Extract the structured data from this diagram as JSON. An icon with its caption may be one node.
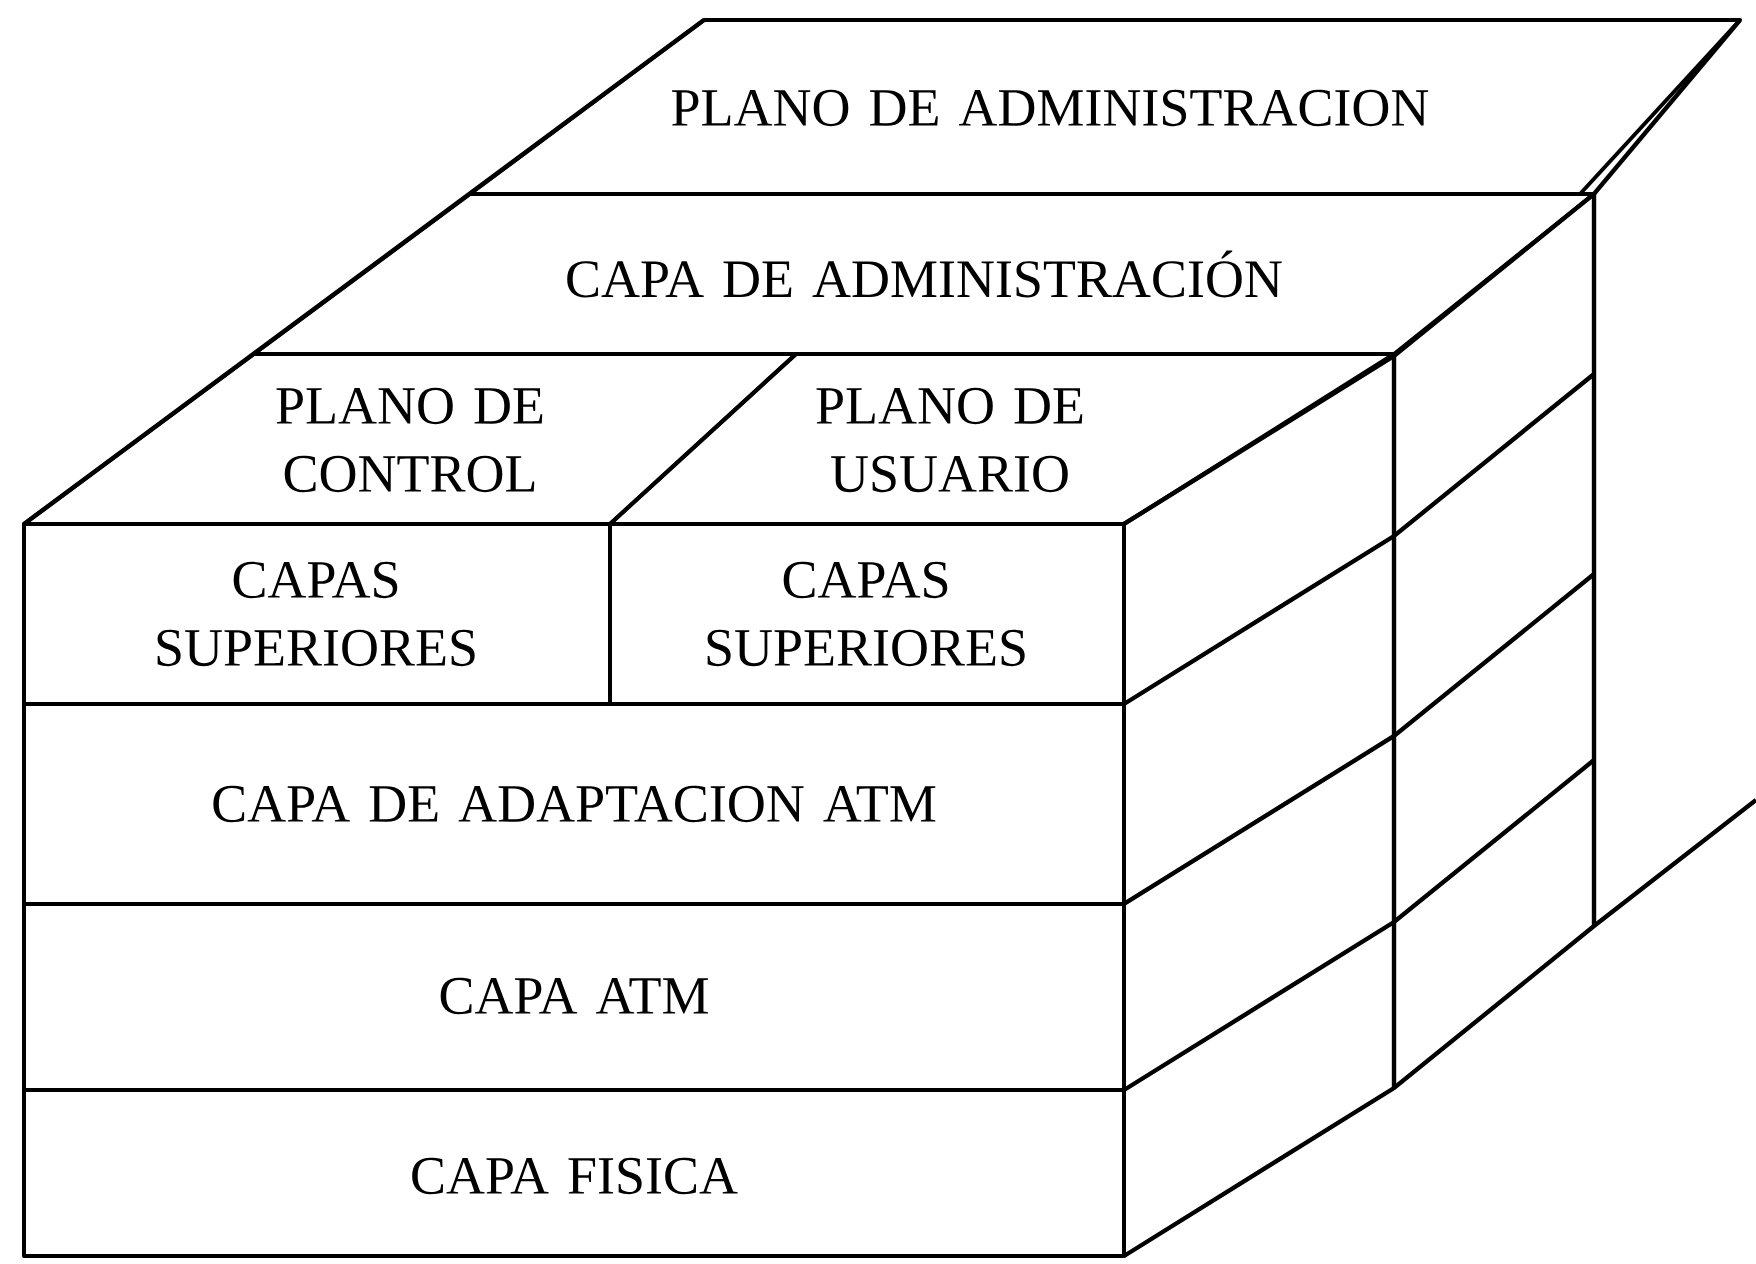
{
  "diagram": {
    "nodes": [
      {
        "text": [
          "PLANO DE ADMINISTRACION"
        ]
      },
      {
        "text": [
          "CAPA DE ADMINISTRACIÓN"
        ]
      },
      {
        "text": [
          "PLANO DE CONTROL"
        ]
      },
      {
        "text": [
          "PLANO DE USUARIO"
        ]
      },
      {
        "text": [
          "CAPAS SUPERIORES"
        ]
      },
      {
        "text": [
          "CAPAS SUPERIORES"
        ]
      },
      {
        "text": [
          "CAPA DE ADAPTACION ATM"
        ]
      },
      {
        "text": [
          "CAPA ATM"
        ]
      },
      {
        "text": [
          "CAPA FISICA"
        ]
      }
    ]
  }
}
